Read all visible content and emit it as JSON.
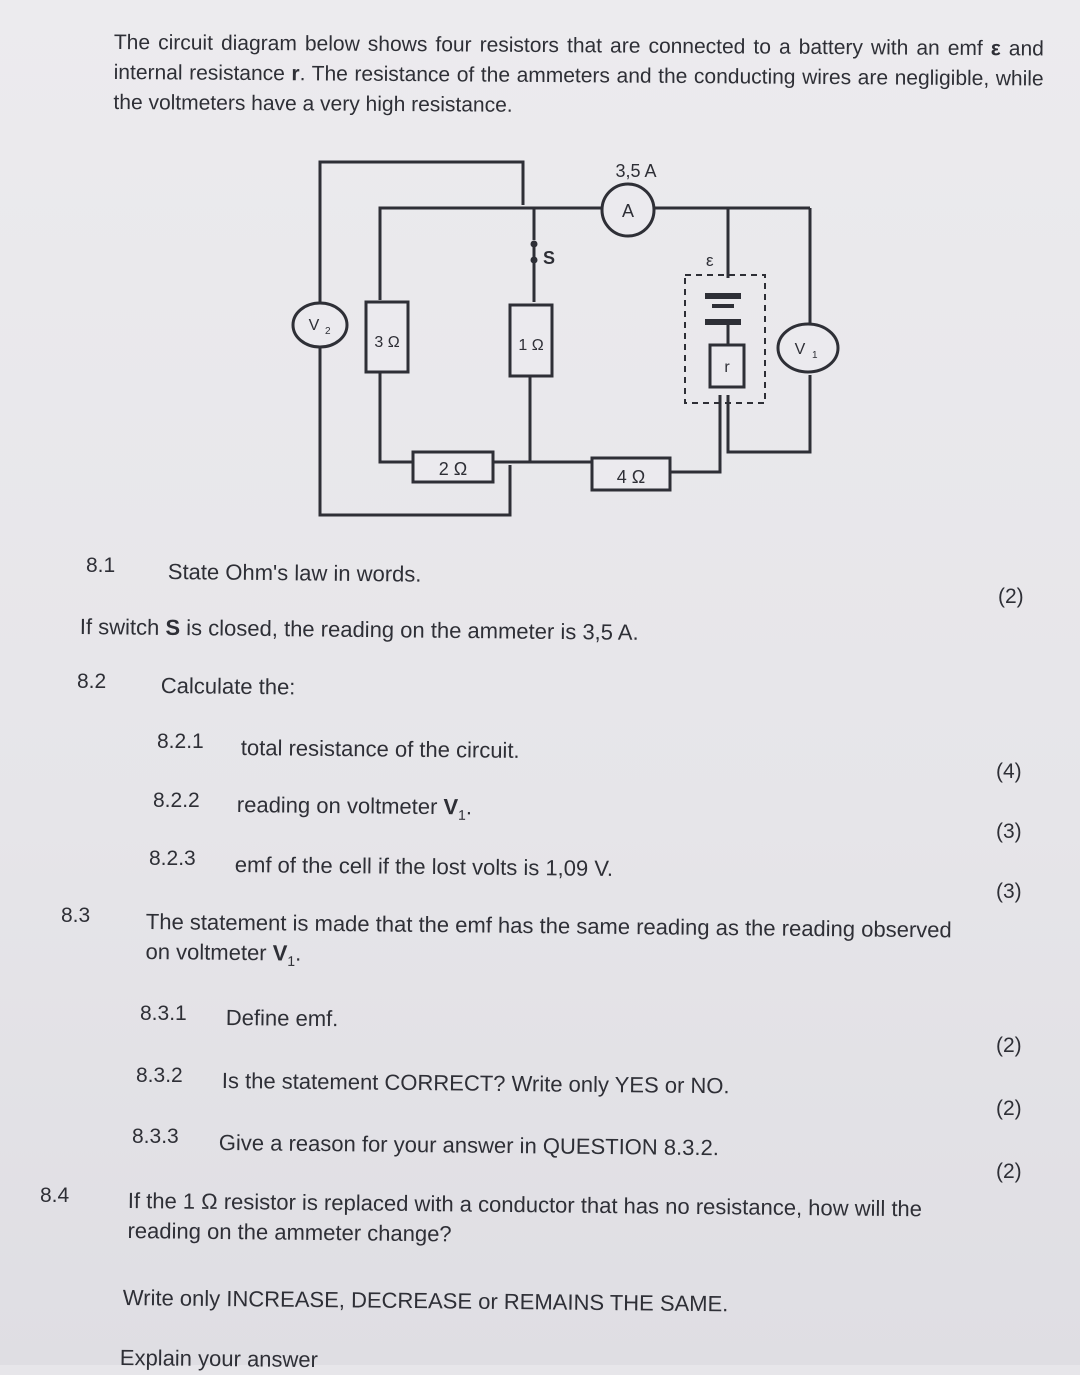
{
  "intro": {
    "part1": "The circuit diagram below shows four resistors that are connected to a battery with an emf ",
    "emf_symbol": "ε",
    "part2": " and internal resistance ",
    "r_symbol": "r",
    "part3": ". The resistance of the ammeters and the conducting wires are negligible, while the voltmeters have a very high resistance."
  },
  "circuit": {
    "ammeter_reading": "3,5 A",
    "ammeter_label": "A",
    "switch_label": "S",
    "emf_label": "ε",
    "internal_r_label": "r",
    "v1_label": "V",
    "v1_sub": "1",
    "v2_label": "V",
    "v2_sub": "2",
    "r3": "3 Ω",
    "r1": "1 Ω",
    "r2": "2 Ω",
    "r4": "4 Ω"
  },
  "questions": {
    "q8_1": {
      "num": "8.1",
      "text": "State Ohm's law in words.",
      "marks": "(2)"
    },
    "switch_line": {
      "pre": "If switch ",
      "bold": "S",
      "post": " is closed, the reading on the ammeter is 3,5 A."
    },
    "q8_2": {
      "num": "8.2",
      "text": "Calculate the:"
    },
    "q8_2_1": {
      "num": "8.2.1",
      "text": "total resistance of the circuit.",
      "marks": "(4)"
    },
    "q8_2_2": {
      "num": "8.2.2",
      "text": "reading on voltmeter ",
      "bold": "V",
      "sub": "1",
      "end": ".",
      "marks": "(3)"
    },
    "q8_2_3": {
      "num": "8.2.3",
      "text": "emf of the cell if the lost volts is 1,09 V.",
      "marks": "(3)"
    },
    "q8_3": {
      "num": "8.3",
      "line1": "The statement is made that the emf has the same reading as the reading observed",
      "line2": "on voltmeter ",
      "bold": "V",
      "sub": "1",
      "end": "."
    },
    "q8_3_1": {
      "num": "8.3.1",
      "text": "Define emf.",
      "marks": "(2)"
    },
    "q8_3_2": {
      "num": "8.3.2",
      "text": "Is the statement CORRECT? Write only YES or NO.",
      "marks": "(2)"
    },
    "q8_3_3": {
      "num": "8.3.3",
      "text": "Give a reason for your answer in QUESTION 8.3.2.",
      "marks": "(2)"
    },
    "q8_4": {
      "num": "8.4",
      "line1": "If the 1 Ω resistor is replaced with a conductor that has no resistance, how will the",
      "line2": "reading on the ammeter change?"
    },
    "q8_4_b": {
      "text": "Write only INCREASE, DECREASE or REMAINS THE SAME."
    },
    "q8_4_c": {
      "text": "Explain your answer"
    }
  }
}
